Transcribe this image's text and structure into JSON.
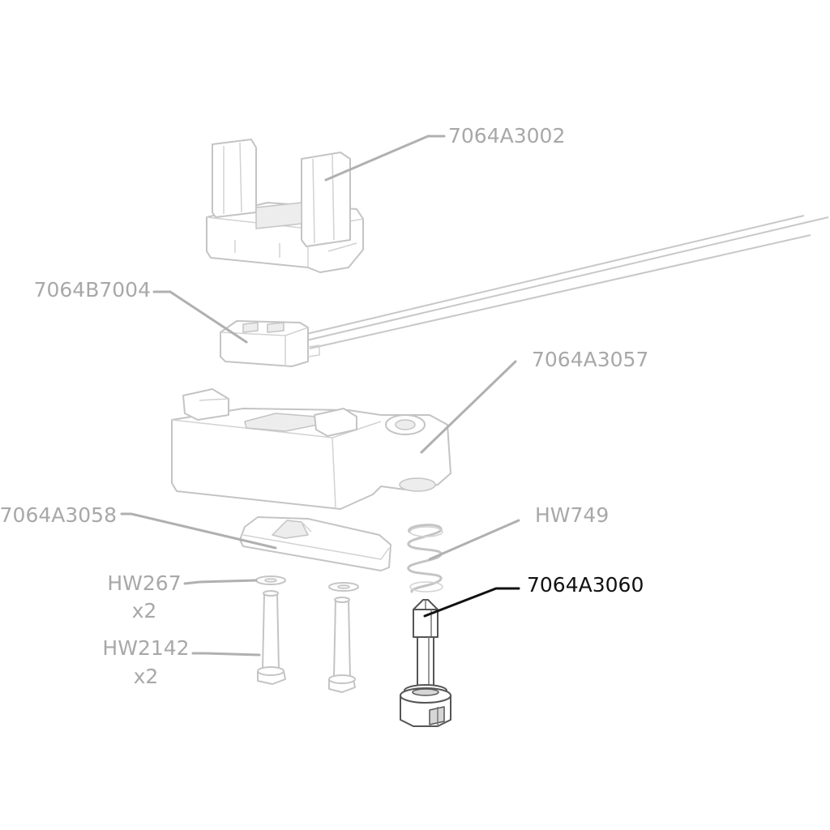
{
  "callouts": [
    {
      "id": "top-housing",
      "lines": [
        "7064A3002"
      ],
      "active": false
    },
    {
      "id": "sensor",
      "lines": [
        "7064B7004"
      ],
      "active": false
    },
    {
      "id": "base",
      "lines": [
        "7064A3057"
      ],
      "active": false
    },
    {
      "id": "slider",
      "lines": [
        "7064A3058"
      ],
      "active": false
    },
    {
      "id": "spring",
      "lines": [
        "HW749"
      ],
      "active": false
    },
    {
      "id": "plunger",
      "lines": [
        "7064A3060"
      ],
      "active": true
    },
    {
      "id": "washer",
      "lines": [
        "HW267",
        "x2"
      ],
      "active": false
    },
    {
      "id": "screw",
      "lines": [
        "HW2142",
        "x2"
      ],
      "active": false
    }
  ],
  "colors": {
    "label_muted": "#a8a8a8",
    "label_active": "#111111",
    "leader_muted": "#b0b0b0",
    "leader_active": "#111111"
  }
}
